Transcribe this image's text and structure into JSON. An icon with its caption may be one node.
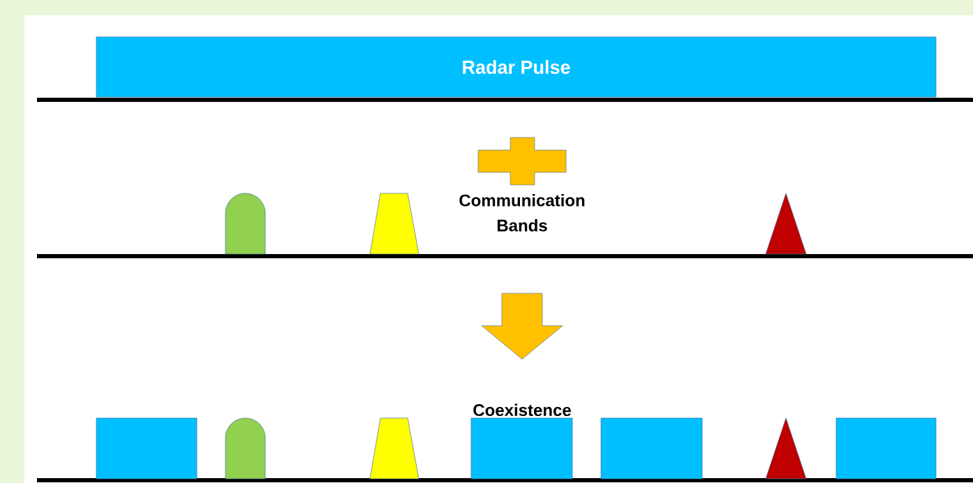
{
  "diagram": {
    "nodes": [
      {
        "text": [
          "Radar Pulse"
        ]
      },
      {
        "text": [],
        "shape": "arch"
      },
      {
        "text": [],
        "shape": "trapezoid"
      },
      {
        "text": [
          "Communication Bands"
        ]
      },
      {
        "text": [],
        "shape": "triangle"
      },
      {
        "text": [
          "Coexistence"
        ]
      },
      {
        "text": [],
        "shape": "box"
      },
      {
        "text": [],
        "shape": "arch"
      },
      {
        "text": [],
        "shape": "trapezoid"
      },
      {
        "text": [],
        "shape": "box"
      },
      {
        "text": [],
        "shape": "box"
      },
      {
        "text": [],
        "shape": "triangle"
      },
      {
        "text": [],
        "shape": "box"
      }
    ],
    "edges": [
      {
        "from": 3,
        "to": 5,
        "arrow": "to",
        "style": "thick",
        "color": "#ffc000"
      }
    ]
  }
}
